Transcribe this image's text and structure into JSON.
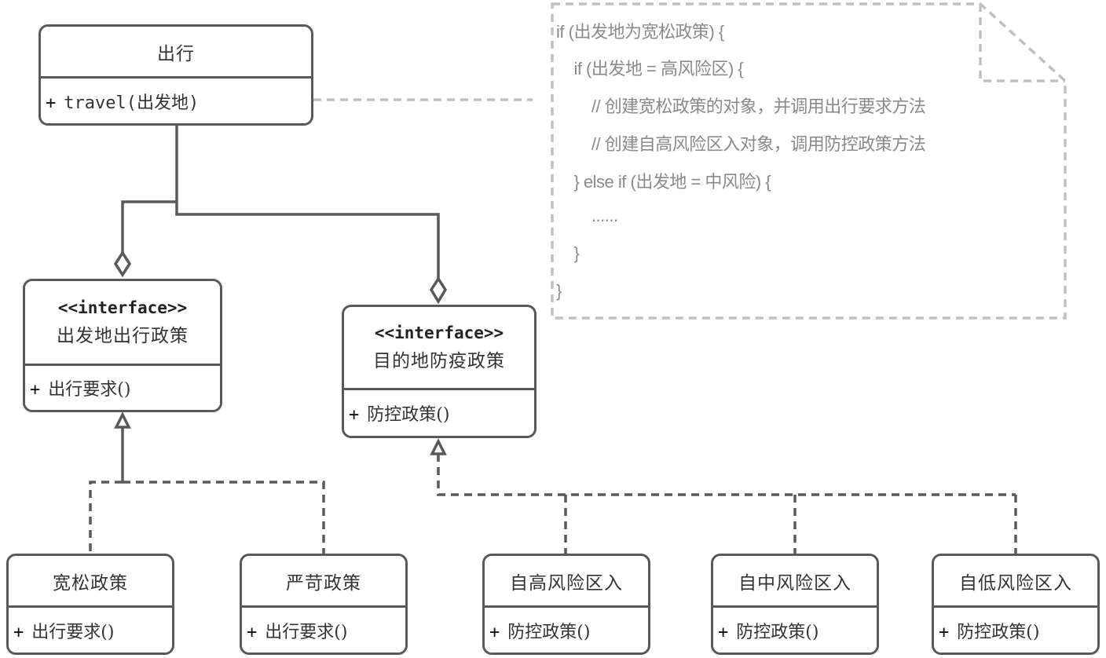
{
  "diagram": {
    "type": "uml-class-diagram",
    "colors": {
      "line": "#595959",
      "note_border": "#c0c0c0",
      "note_text": "#8a8a8a"
    },
    "classes": {
      "travel": {
        "name": "出行",
        "operations": [
          {
            "visibility": "+",
            "signature": "travel(出发地)"
          }
        ]
      },
      "origin_policy": {
        "stereotype": "<<interface>>",
        "name": "出发地出行政策",
        "operations": [
          {
            "visibility": "+",
            "signature": "出行要求()"
          }
        ]
      },
      "destination_policy": {
        "stereotype": "<<interface>>",
        "name": "目的地防疫政策",
        "operations": [
          {
            "visibility": "+",
            "signature": "防控政策()"
          }
        ]
      },
      "lenient": {
        "name": "宽松政策",
        "operations": [
          {
            "visibility": "+",
            "signature": "出行要求()"
          }
        ]
      },
      "strict": {
        "name": "严苛政策",
        "operations": [
          {
            "visibility": "+",
            "signature": "出行要求()"
          }
        ]
      },
      "high_risk": {
        "name": "自高风险区入",
        "operations": [
          {
            "visibility": "+",
            "signature": "防控政策()"
          }
        ]
      },
      "mid_risk": {
        "name": "自中风险区入",
        "operations": [
          {
            "visibility": "+",
            "signature": "防控政策()"
          }
        ]
      },
      "low_risk": {
        "name": "自低风险区入",
        "operations": [
          {
            "visibility": "+",
            "signature": "防控政策()"
          }
        ]
      }
    },
    "note": {
      "lines": [
        "if (出发地为宽松政策) {",
        "    if (出发地 = 高风险区) {",
        "        // 创建宽松政策的对象，并调用出行要求方法",
        "        // 创建自高风险区入对象，调用防控政策方法",
        "    } else if (出发地 = 中风险) {",
        "        ......",
        "    }",
        "}"
      ]
    },
    "relationships": [
      {
        "type": "aggregation",
        "whole": "出行",
        "part": "出发地出行政策"
      },
      {
        "type": "aggregation",
        "whole": "出行",
        "part": "目的地防疫政策"
      },
      {
        "type": "realization",
        "from": "宽松政策",
        "to": "出发地出行政策"
      },
      {
        "type": "realization",
        "from": "严苛政策",
        "to": "出发地出行政策"
      },
      {
        "type": "realization",
        "from": "自高风险区入",
        "to": "目的地防疫政策"
      },
      {
        "type": "realization",
        "from": "自中风险区入",
        "to": "目的地防疫政策"
      },
      {
        "type": "realization",
        "from": "自低风险区入",
        "to": "目的地防疫政策"
      },
      {
        "type": "note-attachment",
        "from": "travel(出发地)",
        "to": "note"
      }
    ]
  }
}
